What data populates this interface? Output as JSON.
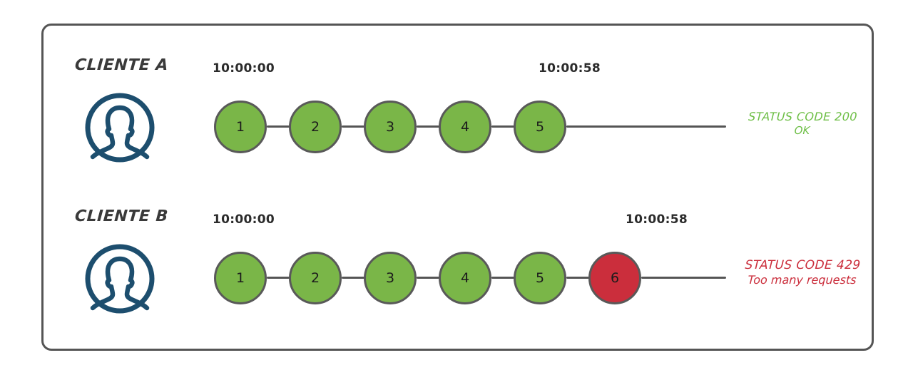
{
  "diagram": {
    "frame": {
      "border_color": "#555555"
    },
    "colors": {
      "node_ok": "#7AB648",
      "node_error": "#CB2E3C",
      "node_stroke": "#595959",
      "avatar": "#1D4E6E",
      "connector": "#555555",
      "status_ok": "#6DBE45",
      "status_error": "#CB2E3C"
    },
    "rows": [
      {
        "client_label": "CLIENTE A",
        "avatar_icon": "user-avatar-icon",
        "time_start": "10:00:00",
        "time_end": "10:00:58",
        "nodes": [
          {
            "label": "1",
            "state": "ok"
          },
          {
            "label": "2",
            "state": "ok"
          },
          {
            "label": "3",
            "state": "ok"
          },
          {
            "label": "4",
            "state": "ok"
          },
          {
            "label": "5",
            "state": "ok"
          }
        ],
        "status": {
          "line1": "STATUS CODE 200",
          "line2": "OK",
          "state": "ok"
        }
      },
      {
        "client_label": "CLIENTE B",
        "avatar_icon": "user-avatar-icon",
        "time_start": "10:00:00",
        "time_end": "10:00:58",
        "nodes": [
          {
            "label": "1",
            "state": "ok"
          },
          {
            "label": "2",
            "state": "ok"
          },
          {
            "label": "3",
            "state": "ok"
          },
          {
            "label": "4",
            "state": "ok"
          },
          {
            "label": "5",
            "state": "ok"
          },
          {
            "label": "6",
            "state": "err"
          }
        ],
        "status": {
          "line1": "STATUS CODE 429",
          "line2": "Too many requests",
          "state": "err"
        }
      }
    ]
  }
}
